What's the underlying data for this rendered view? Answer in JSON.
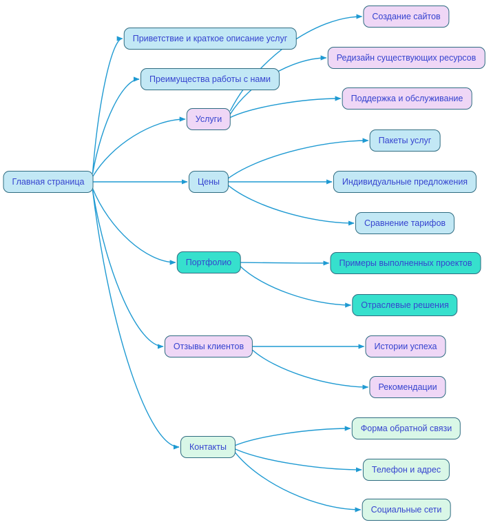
{
  "nodes": {
    "root": {
      "label": "Главная страница"
    },
    "welcome": {
      "label": "Приветствие и краткое описание услуг"
    },
    "advantages": {
      "label": "Преимущества работы с нами"
    },
    "services": {
      "label": "Услуги"
    },
    "creation": {
      "label": "Создание сайтов"
    },
    "redesign": {
      "label": "Редизайн существующих ресурсов"
    },
    "support": {
      "label": "Поддержка и обслуживание"
    },
    "prices": {
      "label": "Цены"
    },
    "packages": {
      "label": "Пакеты услуг"
    },
    "individual": {
      "label": "Индивидуальные предложения"
    },
    "comparison": {
      "label": "Сравнение тарифов"
    },
    "portfolio": {
      "label": "Портфолио"
    },
    "examples": {
      "label": "Примеры выполненных проектов"
    },
    "industry": {
      "label": "Отраслевые решения"
    },
    "reviews": {
      "label": "Отзывы клиентов"
    },
    "success": {
      "label": "Истории успеха"
    },
    "recommendations": {
      "label": "Рекомендации"
    },
    "contacts": {
      "label": "Контакты"
    },
    "form": {
      "label": "Форма обратной связи"
    },
    "phone": {
      "label": "Телефон и адрес"
    },
    "social": {
      "label": "Социальные сети"
    }
  },
  "colors": {
    "bg": "#ffffff",
    "edge": "#1f9ad2",
    "node-border": "#2e6b80",
    "node-text": "#3543cf",
    "fill-blue": "#c2e8f5",
    "fill-pink": "#efd7f6",
    "fill-teal": "#36e0cd",
    "fill-mint": "#d9f7e7"
  }
}
